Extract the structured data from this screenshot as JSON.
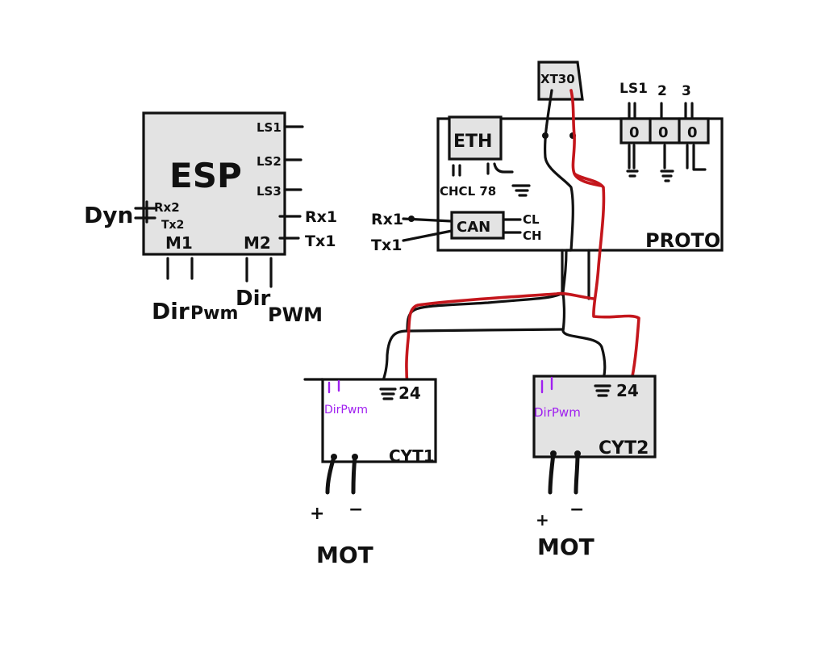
{
  "esp": {
    "title": "ESP",
    "pins_right": [
      "LS1",
      "LS2",
      "LS3",
      "Rx1",
      "Tx1"
    ],
    "pins_left": [
      "Rx2",
      "Tx2"
    ],
    "dyn_label": "Dyn",
    "motor_ports": [
      "M1",
      "M2"
    ],
    "motor_signals": [
      "Dir",
      "Pwm",
      "Dir",
      "PWM"
    ]
  },
  "proto": {
    "title": "PROTO",
    "eth_label": "ETH",
    "can_label": "CAN",
    "can_lines": [
      "CL",
      "CH"
    ],
    "serial_left": [
      "Rx1",
      "Tx1"
    ],
    "notes": "CHCL 78",
    "connector_label": "XT30",
    "switch_labels": [
      "LS1",
      "2",
      "3"
    ],
    "switch_symbols": [
      "0",
      "0",
      "0"
    ]
  },
  "cyt1": {
    "title": "CYT1",
    "signals": "DirPwm",
    "power": "24",
    "motor_label": "MOT",
    "polarity": [
      "+",
      "−"
    ]
  },
  "cyt2": {
    "title": "CYT2",
    "signals": "DirPwm",
    "power": "24",
    "motor_label": "MOT",
    "polarity": [
      "+",
      "−"
    ]
  },
  "colors": {
    "ink": "#111111",
    "box_fill": "#e3e3e3",
    "power_wire": "#c4161c",
    "signal_text": "#a020f0"
  }
}
